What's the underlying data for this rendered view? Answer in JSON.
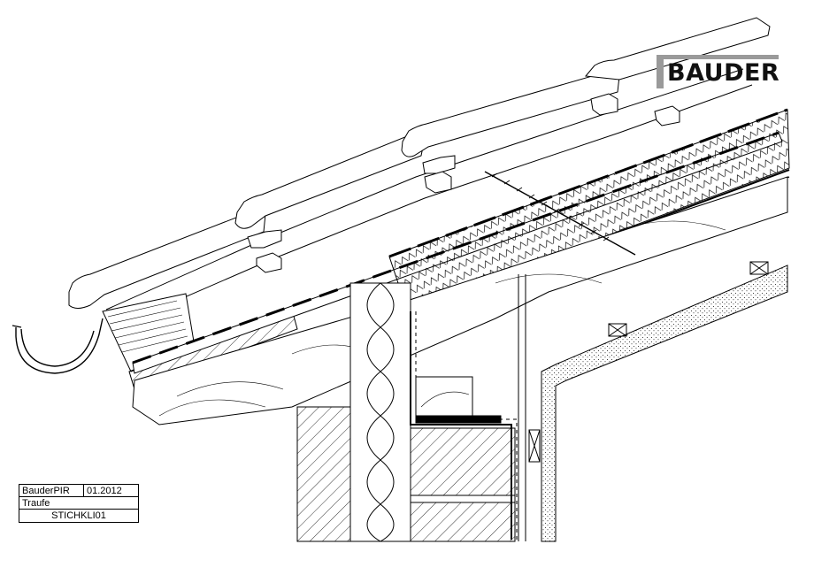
{
  "logo": {
    "text": "BAUDER"
  },
  "titleblock": {
    "product": "BauderPIR",
    "date": "01.2012",
    "detail": "Traufe",
    "code": "STICHKLI01"
  }
}
